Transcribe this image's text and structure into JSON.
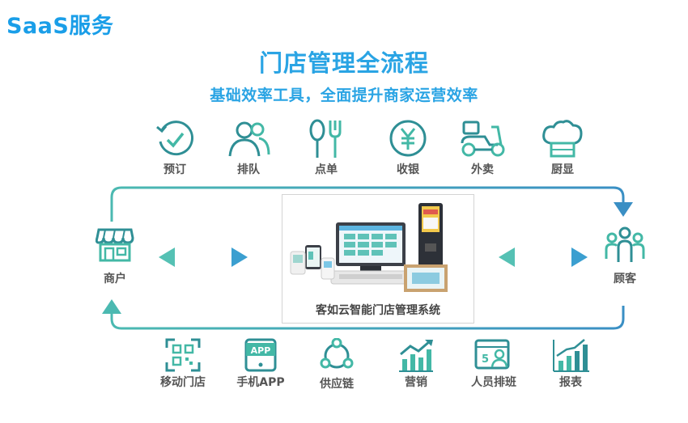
{
  "header": {
    "brand": "SaaS服务",
    "title": "门店管理全流程",
    "subtitle": "基础效率工具，全面提升商家运营效率"
  },
  "top_features": [
    {
      "label": "预订",
      "icon": "reservation-icon"
    },
    {
      "label": "排队",
      "icon": "queue-icon"
    },
    {
      "label": "点单",
      "icon": "order-icon"
    },
    {
      "label": "收银",
      "icon": "cashier-icon"
    },
    {
      "label": "外卖",
      "icon": "delivery-icon"
    },
    {
      "label": "厨显",
      "icon": "kitchen-display-icon"
    }
  ],
  "bottom_features": [
    {
      "label": "移动门店",
      "icon": "mobile-store-icon"
    },
    {
      "label": "手机APP",
      "icon": "mobile-app-icon"
    },
    {
      "label": "供应链",
      "icon": "supply-chain-icon"
    },
    {
      "label": "营销",
      "icon": "marketing-icon"
    },
    {
      "label": "人员排班",
      "icon": "staff-scheduling-icon"
    },
    {
      "label": "报表",
      "icon": "report-icon"
    }
  ],
  "left_node": {
    "label": "商户",
    "icon": "merchant-store-icon"
  },
  "right_node": {
    "label": "顾客",
    "icon": "customers-icon"
  },
  "center": {
    "caption": "客如云智能门店管理系统"
  },
  "colors": {
    "brand": "#1a9ee8",
    "teal": "#3aa8a6",
    "icon": "#2f8f95",
    "arrow": "#3bb0c4"
  }
}
